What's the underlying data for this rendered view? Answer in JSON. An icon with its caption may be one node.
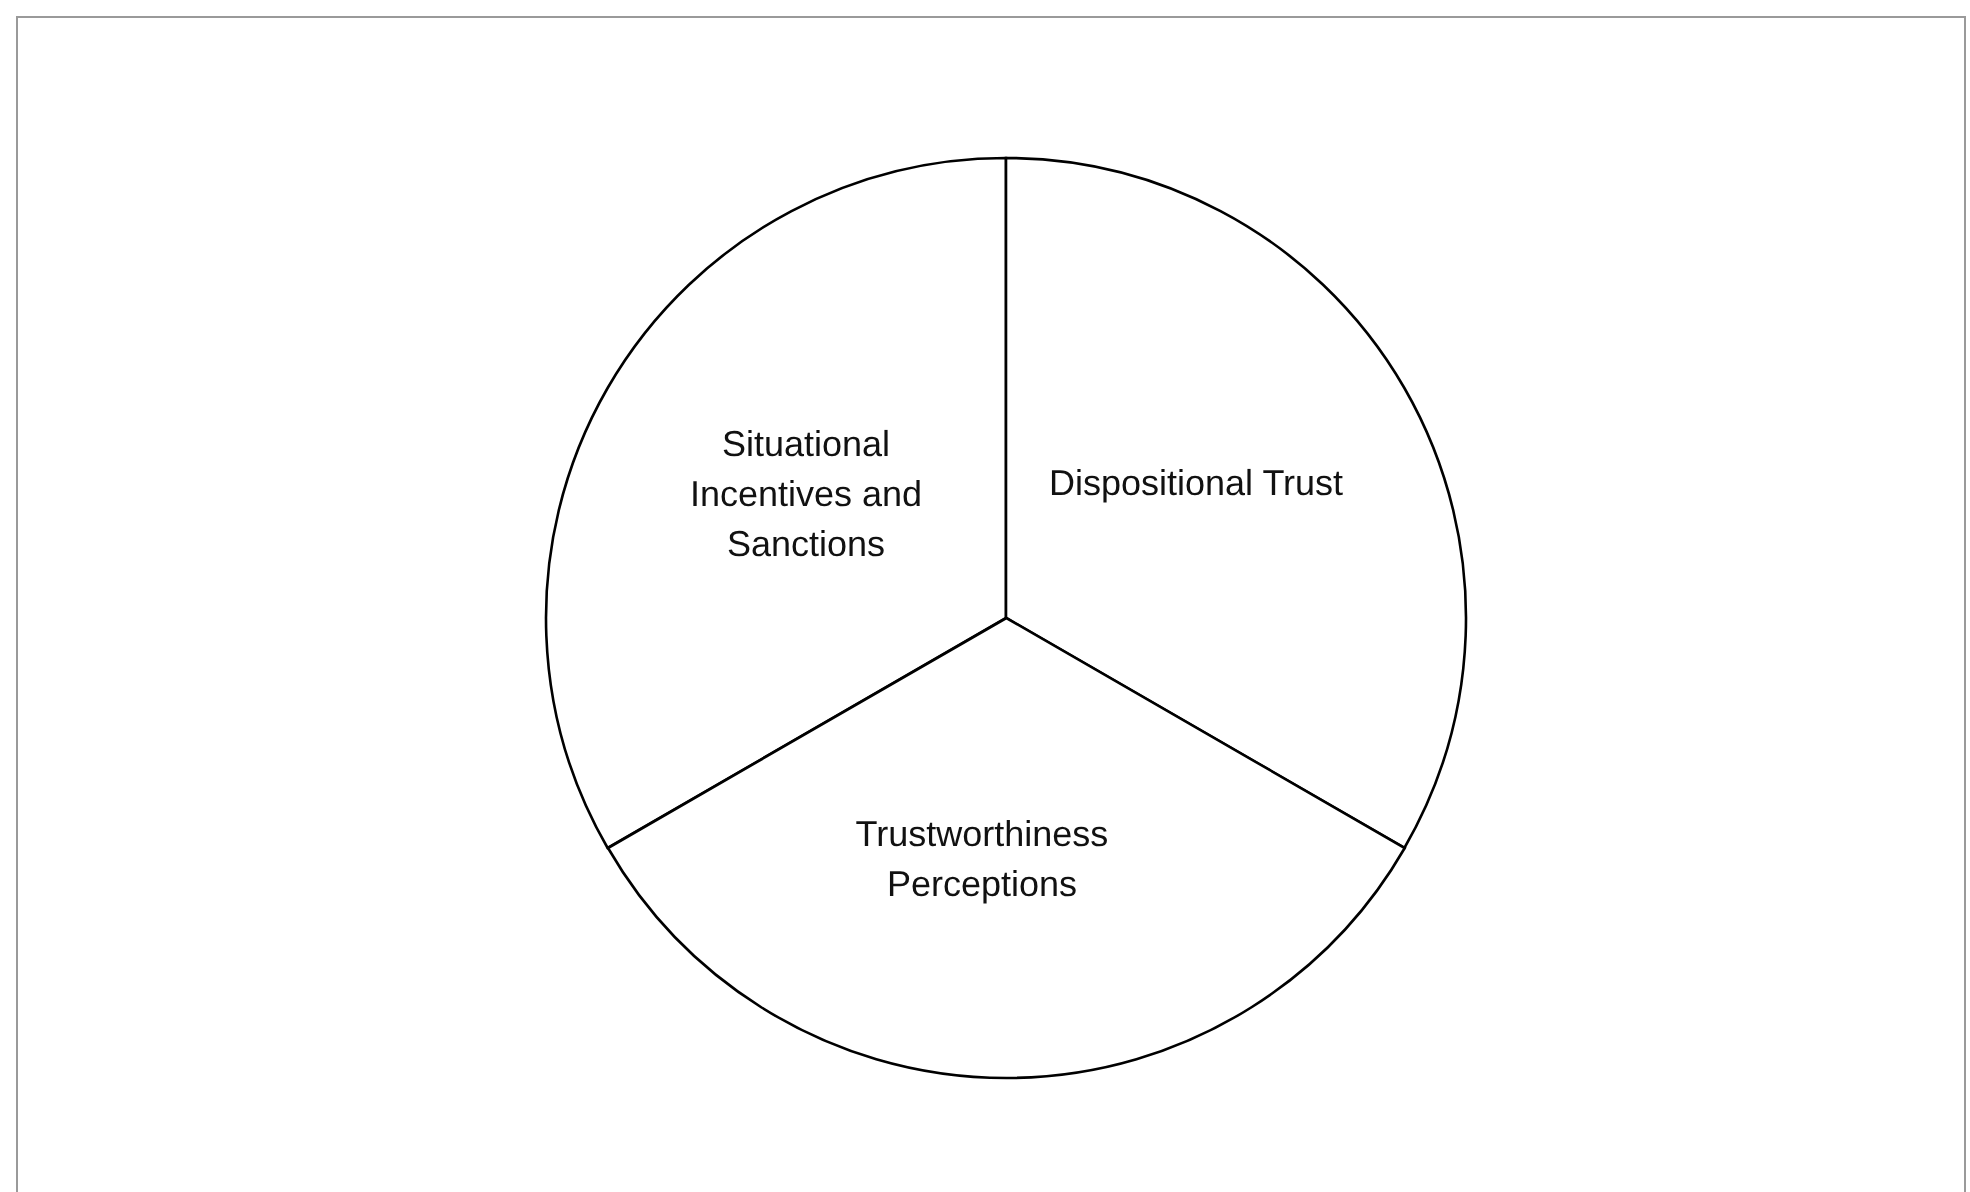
{
  "diagram": {
    "nodes": [
      {
        "text": [
          "Situational Incentives and Sanctions"
        ]
      },
      {
        "text": [
          "Dispositional Trust"
        ]
      },
      {
        "text": [
          "Trustworthiness Perceptions"
        ]
      }
    ]
  }
}
